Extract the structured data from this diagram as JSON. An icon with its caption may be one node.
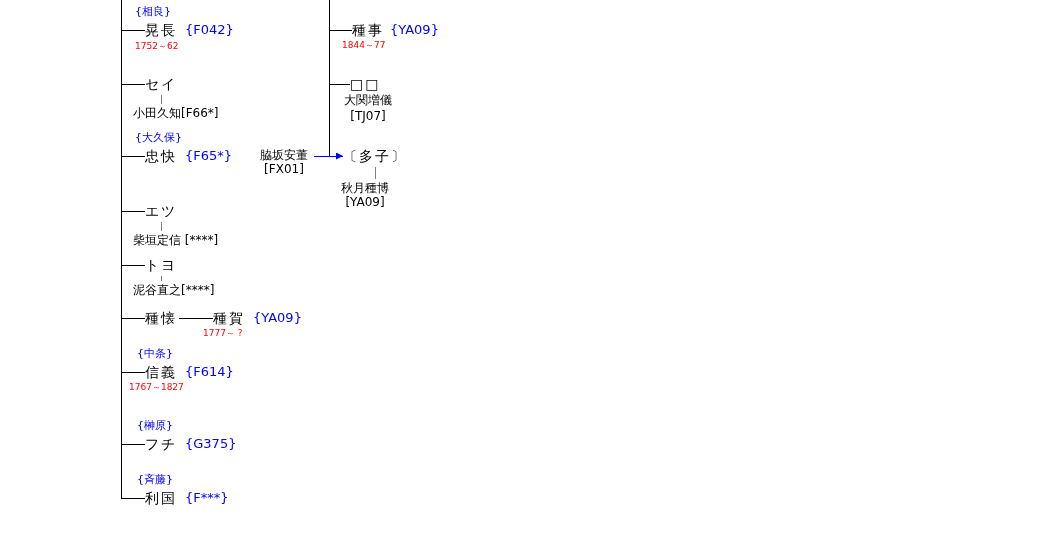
{
  "diagram": {
    "nodes": [
      {
        "text": [
          "晃長"
        ],
        "beside": [
          "{相良}",
          "{F042}",
          "1752～62"
        ]
      },
      {
        "text": [
          "セイ"
        ]
      },
      {
        "text": [
          "小田久知[F66*]"
        ]
      },
      {
        "text": [
          "忠快"
        ],
        "beside": [
          "{大久保}",
          "{F65*}"
        ]
      },
      {
        "text": [
          "エツ"
        ]
      },
      {
        "text": [
          "柴垣定信 [****]"
        ]
      },
      {
        "text": [
          "トヨ"
        ]
      },
      {
        "text": [
          "泥谷直之[****]"
        ]
      },
      {
        "text": [
          "種懐"
        ]
      },
      {
        "text": [
          "種賀"
        ],
        "beside": [
          "{YA09}",
          "1777～ ?"
        ]
      },
      {
        "text": [
          "信義"
        ],
        "beside": [
          "{中条}",
          "{F614}",
          "1767～1827"
        ]
      },
      {
        "text": [
          "フチ"
        ],
        "beside": [
          "{榊原}",
          "{G375}"
        ]
      },
      {
        "text": [
          "利国"
        ],
        "beside": [
          "{斉藤}",
          "{F***}"
        ]
      },
      {
        "text": [
          "種事"
        ],
        "beside": [
          "{YA09}",
          "1844～77"
        ]
      },
      {
        "text": [
          "□□"
        ],
        "beside": [
          "大関増儀 [TJ07]"
        ]
      },
      {
        "text": [
          "脇坂安董 [FX01]"
        ]
      },
      {
        "text": [
          "〔多子〕"
        ]
      },
      {
        "text": [
          "秋月種博 [YA09]"
        ]
      }
    ],
    "edges": [
      {
        "from": null,
        "to": 0,
        "arrow": "none"
      },
      {
        "from": null,
        "to": 1,
        "arrow": "none"
      },
      {
        "from": null,
        "to": 3,
        "arrow": "none"
      },
      {
        "from": null,
        "to": 4,
        "arrow": "none"
      },
      {
        "from": null,
        "to": 6,
        "arrow": "none"
      },
      {
        "from": null,
        "to": 8,
        "arrow": "none"
      },
      {
        "from": null,
        "to": 10,
        "arrow": "none"
      },
      {
        "from": null,
        "to": 11,
        "arrow": "none"
      },
      {
        "from": null,
        "to": 12,
        "arrow": "none"
      },
      {
        "from": null,
        "to": 13,
        "arrow": "none"
      },
      {
        "from": null,
        "to": 14,
        "arrow": "none"
      },
      {
        "from": null,
        "to": 16,
        "arrow": "none"
      },
      {
        "from": 1,
        "to": 2,
        "arrow": "none",
        "color": "#808080"
      },
      {
        "from": 4,
        "to": 5,
        "arrow": "none",
        "color": "#808080"
      },
      {
        "from": 6,
        "to": 7,
        "arrow": "none",
        "color": "#808080"
      },
      {
        "from": 8,
        "to": 9,
        "arrow": "none"
      },
      {
        "from": 16,
        "to": 17,
        "arrow": "none",
        "color": "#808080"
      },
      {
        "from": 15,
        "to": 16,
        "arrow": "to",
        "color": "#0000ff"
      }
    ]
  }
}
